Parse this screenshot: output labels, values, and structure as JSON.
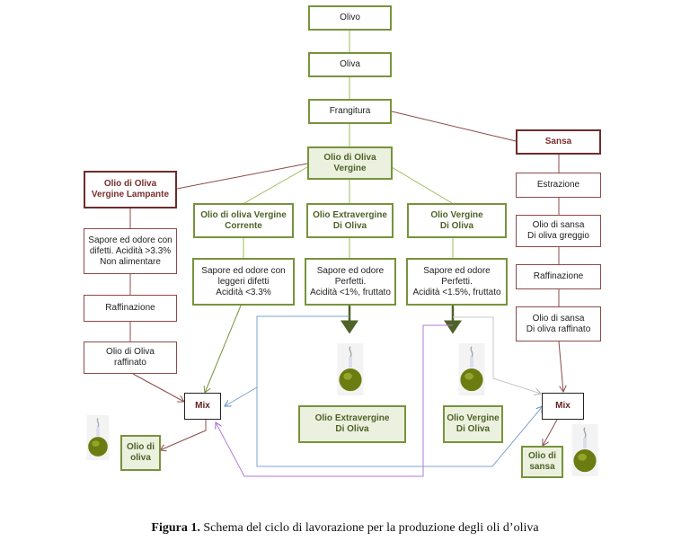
{
  "diagram": {
    "nodes": {
      "olivo": "Olivo",
      "oliva": "Oliva",
      "frangitura": "Frangitura",
      "olio_oliva_vergine": "Olio di Oliva\nVergine",
      "lampante": "Olio di Oliva\nVergine Lampante",
      "lampante_desc": "Sapore ed odore con\ndifetti. Acidità >3.3%\nNon alimentare",
      "raffinazione_left": "Raffinazione",
      "olio_oliva_raffinato": "Olio di Oliva\nraffinato",
      "corrente": "Olio di oliva Vergine\nCorrente",
      "corrente_desc": "Sapore ed odore con\nleggeri difetti\nAcidità <3.3%",
      "extravergine": "Olio Extravergine\nDi Oliva",
      "extravergine_desc": "Sapore ed odore\nPerfetti.\nAcidità <1%, fruttato",
      "vergine": "Olio Vergine\nDi Oliva",
      "vergine_desc": "Sapore ed odore\nPerfetti.\nAcidità <1.5%, fruttato",
      "sansa": "Sansa",
      "estrazione": "Estrazione",
      "sansa_greggio": "Olio di sansa\nDi oliva greggio",
      "raffinazione_right": "Raffinazione",
      "sansa_raffinato": "Olio di sansa\nDi oliva raffinato",
      "mix_left": "Mix",
      "mix_right": "Mix",
      "product_olio_oliva": "Olio di\noliva",
      "product_extravergine": "Olio Extravergine\nDi Oliva",
      "product_vergine": "Olio Vergine\nDi Oliva",
      "product_sansa": "Olio di\nsansa"
    },
    "colors": {
      "green": "#77933c",
      "dark_green": "#4f6228",
      "red_brown": "#8c4a4a",
      "blue": "#7fa3d0",
      "purple": "#b07ad8",
      "gray": "#c8c8c8"
    }
  },
  "caption": {
    "label": "Figura 1.",
    "text": " Schema del ciclo di lavorazione per la produzione degli oli d’oliva"
  }
}
